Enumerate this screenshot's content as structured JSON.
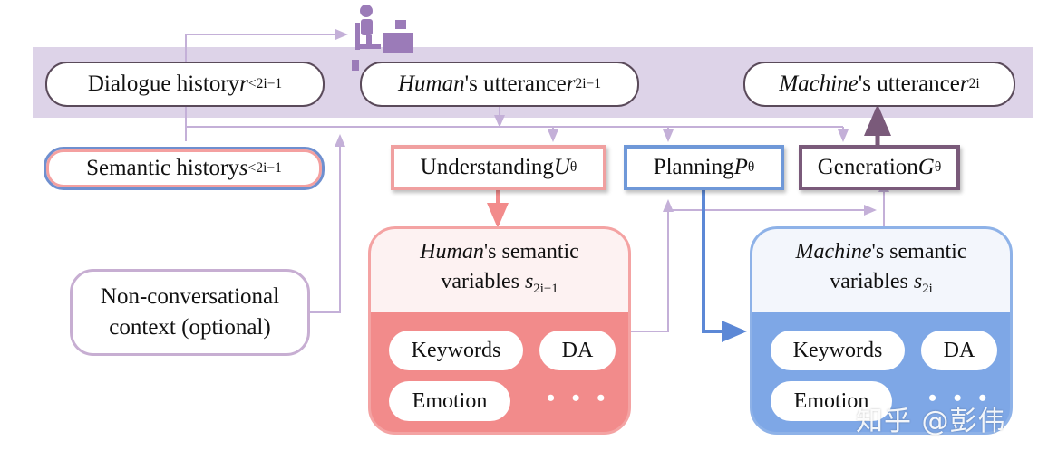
{
  "top": {
    "dialogue_history": {
      "text": "Dialogue history ",
      "math": "r",
      "sub": "<2i−1"
    },
    "human_utterance": {
      "italic": "Human",
      "text": "'s utterance ",
      "math": "r",
      "sub": "2i−1"
    },
    "machine_utterance": {
      "italic": "Machine",
      "text": "'s utterance ",
      "math": "r",
      "sub": "2i"
    }
  },
  "semantic_history": {
    "text": "Semantic history ",
    "math": "s",
    "sub": "<2i−1"
  },
  "modules": {
    "understanding": {
      "text": "Understanding ",
      "math": "U",
      "sub": "θ"
    },
    "planning": {
      "text": "Planning ",
      "math": "P",
      "sub": "θ"
    },
    "generation": {
      "text": "Generation",
      "math": "G",
      "sub": "θ"
    }
  },
  "context": {
    "line1": "Non-conversational",
    "line2": "context (optional)"
  },
  "human_card": {
    "line1_italic": "Human",
    "line1_text": "'s semantic",
    "line2_text": "variables ",
    "math": "s",
    "sub": "2i−1",
    "chips": [
      "Keywords",
      "DA",
      "Emotion"
    ],
    "dots": "• • •"
  },
  "machine_card": {
    "line1_italic": "Machine",
    "line1_text": "'s semantic",
    "line2_text": "variables ",
    "math": "s",
    "sub": "2i",
    "chips": [
      "Keywords",
      "DA",
      "Emotion"
    ],
    "dots": "• • •"
  },
  "watermark": "知乎 @彭伟",
  "colors": {
    "band": "#ddd3e8",
    "connector": "#c4b0d8",
    "human_red": "#f28b8b",
    "machine_blue": "#7ea7e6",
    "generation_purple": "#7a5a7a",
    "user_icon": "#9b7bb8"
  },
  "icons": {
    "user": "user-at-desk-icon"
  }
}
